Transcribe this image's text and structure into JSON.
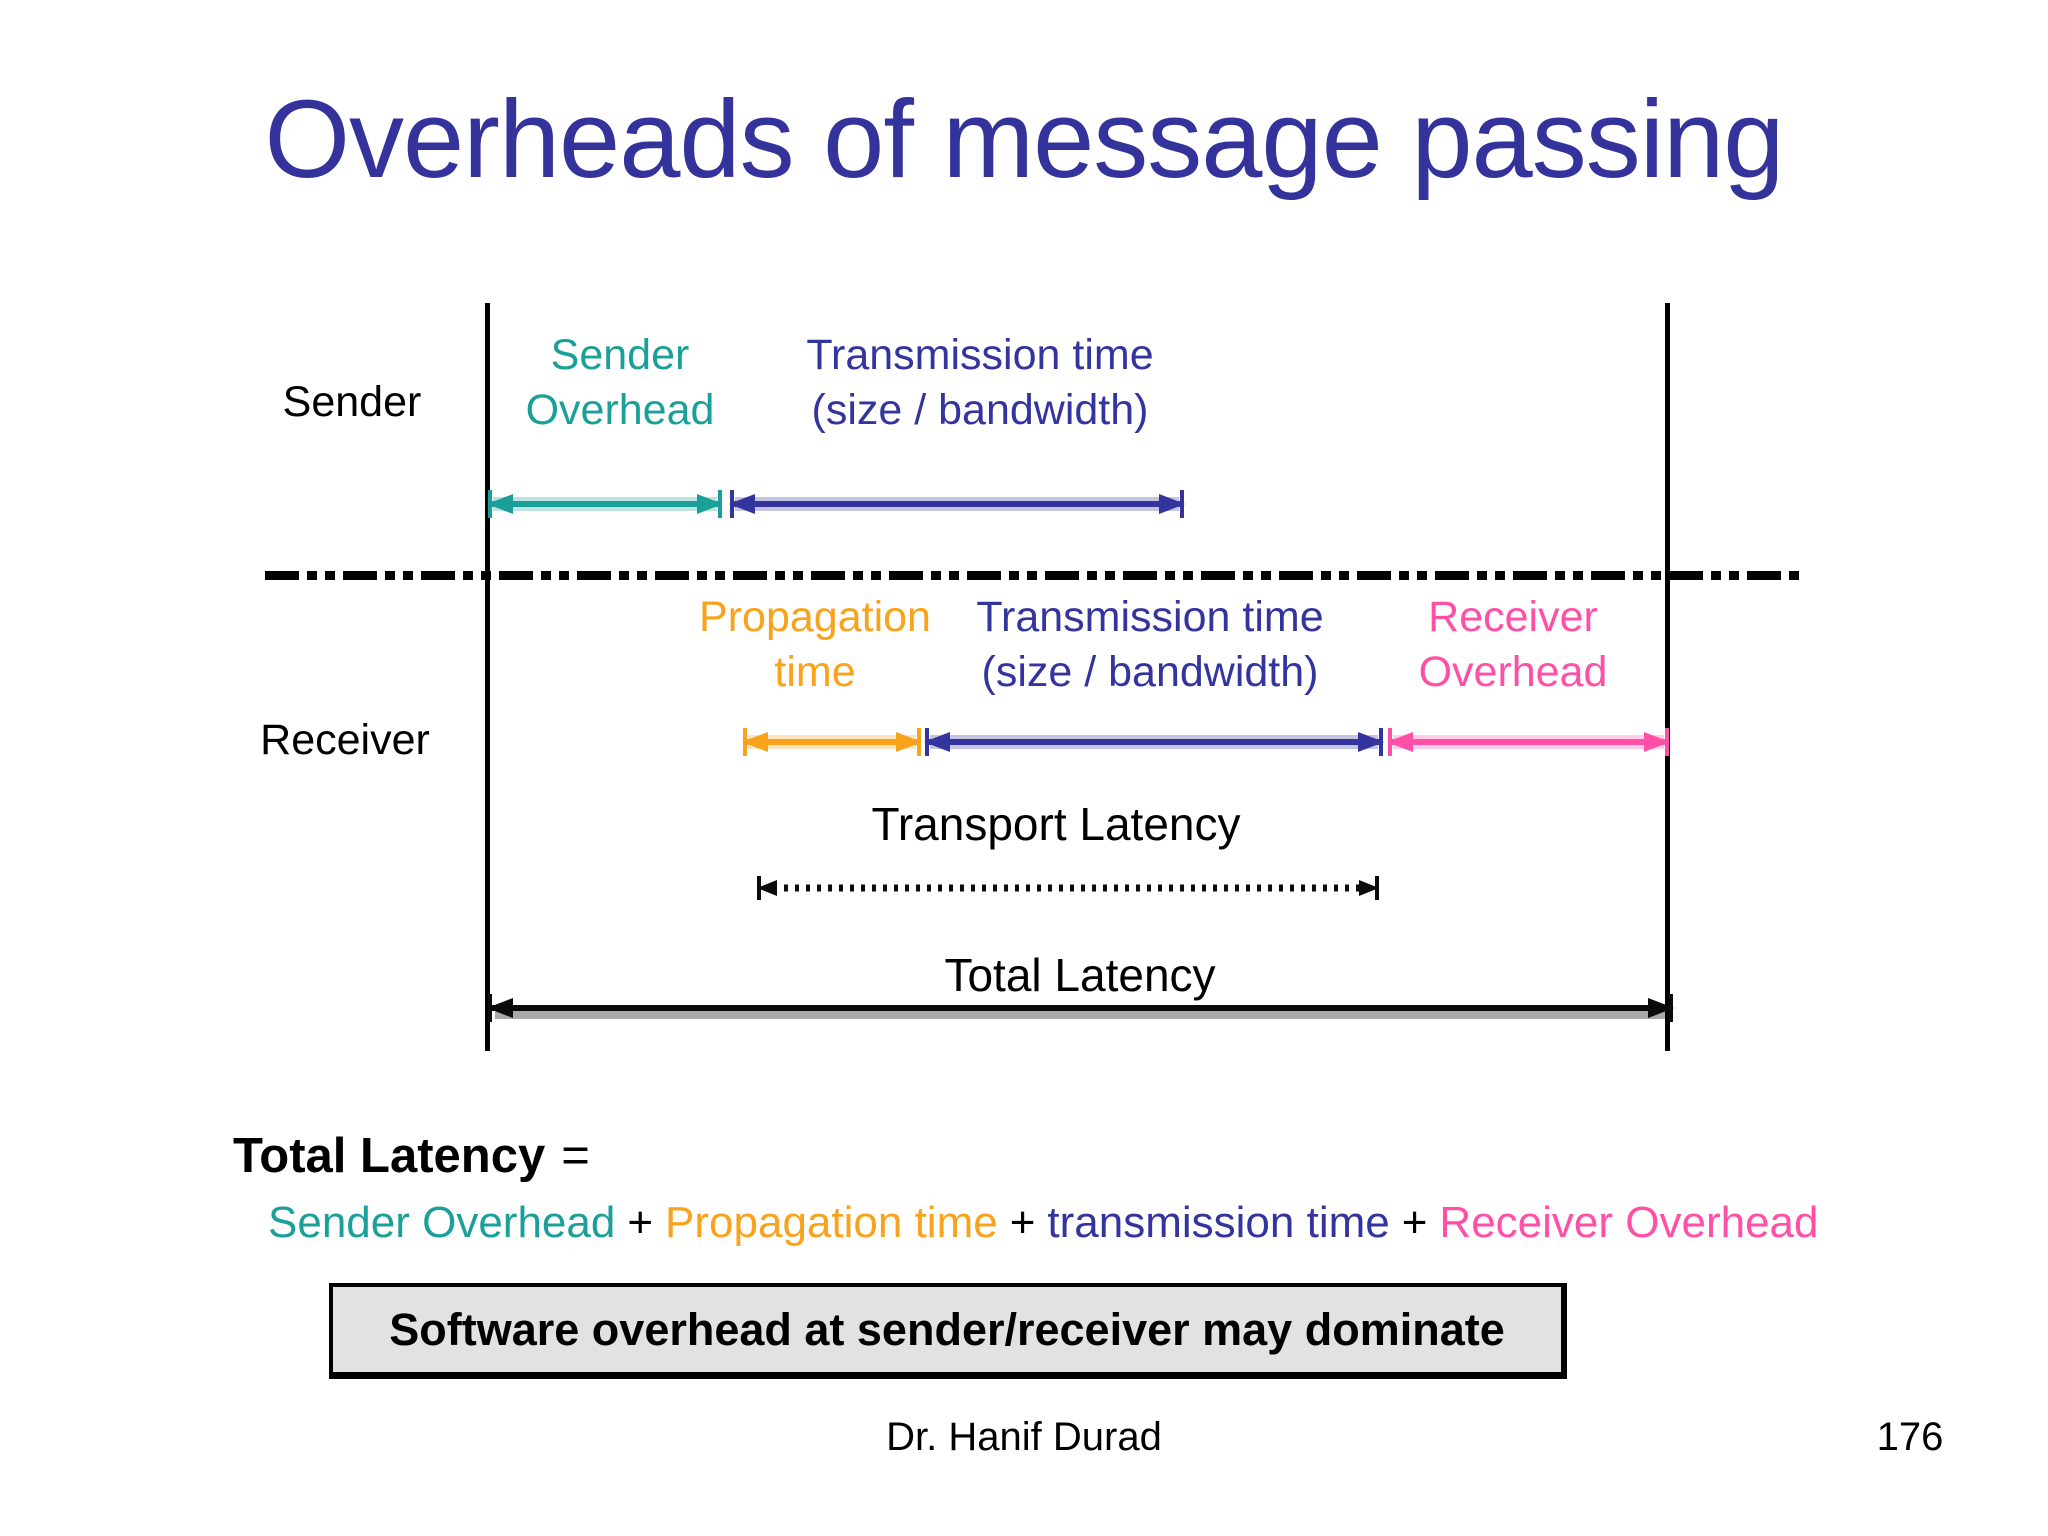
{
  "slide": {
    "title": "Overheads of message passing",
    "footer": {
      "author": "Dr. Hanif Durad",
      "page_number": "176"
    }
  },
  "colors": {
    "title_blue": "#33339B",
    "teal": "#1BA099",
    "blue": "#34349E",
    "orange": "#F9A21C",
    "pink": "#FF4FA6",
    "box_bg": "#E2E2E2"
  },
  "diagram": {
    "sender_row_label": "Sender",
    "receiver_row_label": "Receiver",
    "sender_overhead": {
      "line1": "Sender",
      "line2": "Overhead"
    },
    "transmission_time_sender": {
      "line1": "Transmission time",
      "line2": "(size / bandwidth)"
    },
    "propagation_time": {
      "line1": "Propagation",
      "line2": "time"
    },
    "transmission_time_receiver": {
      "line1": "Transmission time",
      "line2": "(size / bandwidth)"
    },
    "receiver_overhead": {
      "line1": "Receiver",
      "line2": "Overhead"
    },
    "transport_latency_label": "Transport Latency",
    "total_latency_label": "Total Latency"
  },
  "equation": {
    "lhs": "Total Latency",
    "equals": "=",
    "plus": "+",
    "terms": [
      {
        "text": "Sender Overhead",
        "color": "teal"
      },
      {
        "text": "Propagation time",
        "color": "orange"
      },
      {
        "text": "transmission time",
        "color": "blue"
      },
      {
        "text": "Receiver Overhead",
        "color": "pink"
      }
    ]
  },
  "callout": {
    "text": "Software overhead at sender/receiver may dominate"
  }
}
